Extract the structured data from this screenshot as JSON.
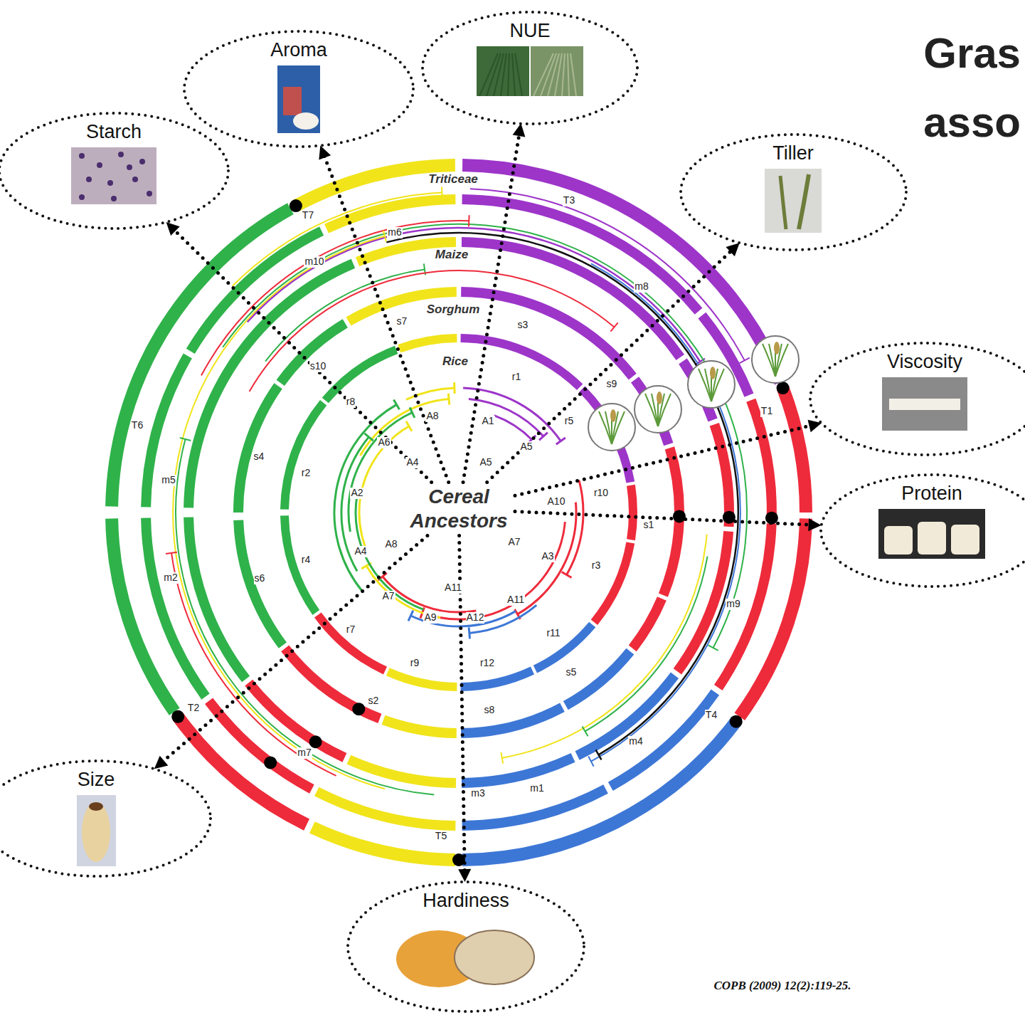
{
  "diagram": {
    "caption": "COPB (2009) 12(2):119-25.",
    "nodes": [
      {
        "text": [
          "NUE"
        ]
      },
      {
        "text": [
          "Aroma"
        ]
      },
      {
        "text": [
          "Starch"
        ]
      },
      {
        "text": [
          "Tiller"
        ]
      },
      {
        "text": [
          "Viscosity"
        ]
      },
      {
        "text": [
          "Cereal Ancestors"
        ]
      },
      {
        "text": [
          "Protein"
        ]
      },
      {
        "text": [
          "Size"
        ]
      },
      {
        "text": [
          "Hardiness"
        ]
      }
    ],
    "edges": [
      {
        "from": 5,
        "to": 0,
        "arrow": "to"
      },
      {
        "from": 5,
        "to": 1,
        "arrow": "to"
      },
      {
        "from": 5,
        "to": 2,
        "arrow": "to"
      },
      {
        "from": 5,
        "to": 3,
        "arrow": "to"
      },
      {
        "from": 5,
        "to": 4,
        "arrow": "to"
      },
      {
        "from": 5,
        "to": 6,
        "arrow": "to"
      },
      {
        "from": 5,
        "to": 7,
        "arrow": "to"
      },
      {
        "from": 5,
        "to": 8,
        "arrow": "to"
      }
    ],
    "labels": [
      "Gras",
      "asso",
      "Triticeae",
      "Maize",
      "Sorghum",
      "Rice",
      "T7",
      "T3",
      "T1",
      "T6",
      "T2",
      "T4",
      "T5",
      "m6",
      "m10",
      "m8",
      "m5",
      "m2",
      "m9",
      "m4",
      "m1",
      "m7",
      "m3",
      "s7",
      "s3",
      "s10",
      "s9",
      "s4",
      "s1",
      "s6",
      "s5",
      "s2",
      "s8",
      "r8",
      "r1",
      "r5",
      "r2",
      "r10",
      "r4",
      "r3",
      "r7",
      "r11",
      "r9",
      "r12",
      "A8",
      "A1",
      "A6",
      "A5",
      "A4",
      "A5",
      "A2",
      "A10",
      "A8",
      "A7",
      "A4",
      "A3",
      "A11",
      "A11",
      "A7",
      "A9",
      "A12"
    ]
  }
}
